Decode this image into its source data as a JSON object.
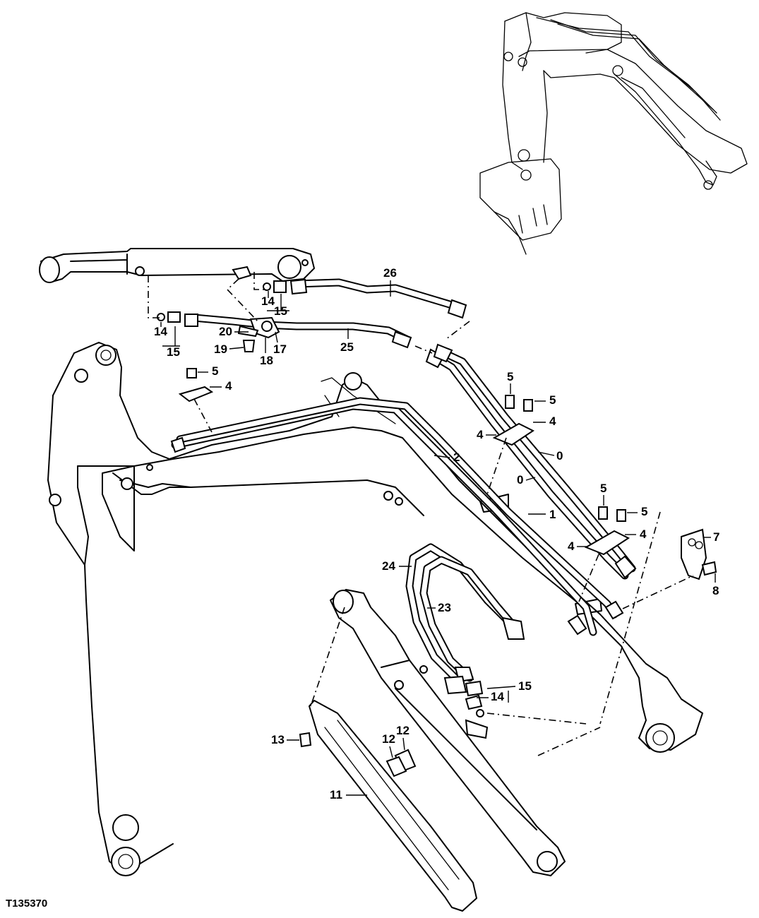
{
  "document_id": "T135370",
  "callouts": [
    {
      "id": "c26",
      "text": "26"
    },
    {
      "id": "c14a",
      "text": "14"
    },
    {
      "id": "c15a",
      "text": "15"
    },
    {
      "id": "c14b",
      "text": "14"
    },
    {
      "id": "c15b",
      "text": "15"
    },
    {
      "id": "c20",
      "text": "20"
    },
    {
      "id": "c19",
      "text": "19"
    },
    {
      "id": "c18",
      "text": "18"
    },
    {
      "id": "c17",
      "text": "17"
    },
    {
      "id": "c25",
      "text": "25"
    },
    {
      "id": "c5a",
      "text": "5"
    },
    {
      "id": "c4a",
      "text": "4"
    },
    {
      "id": "c5b",
      "text": "5"
    },
    {
      "id": "c5c",
      "text": "5"
    },
    {
      "id": "c4b",
      "text": "4"
    },
    {
      "id": "c4c",
      "text": "4"
    },
    {
      "id": "c0a",
      "text": "0"
    },
    {
      "id": "c2",
      "text": "2"
    },
    {
      "id": "c0b",
      "text": "0"
    },
    {
      "id": "c1",
      "text": "1"
    },
    {
      "id": "c5d",
      "text": "5"
    },
    {
      "id": "c5e",
      "text": "5"
    },
    {
      "id": "c4d",
      "text": "4"
    },
    {
      "id": "c4e",
      "text": "4"
    },
    {
      "id": "c7",
      "text": "7"
    },
    {
      "id": "c8",
      "text": "8"
    },
    {
      "id": "c24",
      "text": "24"
    },
    {
      "id": "c23",
      "text": "23"
    },
    {
      "id": "c15c",
      "text": "15"
    },
    {
      "id": "c14c",
      "text": "14"
    },
    {
      "id": "c13",
      "text": "13"
    },
    {
      "id": "c12a",
      "text": "12"
    },
    {
      "id": "c12b",
      "text": "12"
    },
    {
      "id": "c11",
      "text": "11"
    }
  ]
}
